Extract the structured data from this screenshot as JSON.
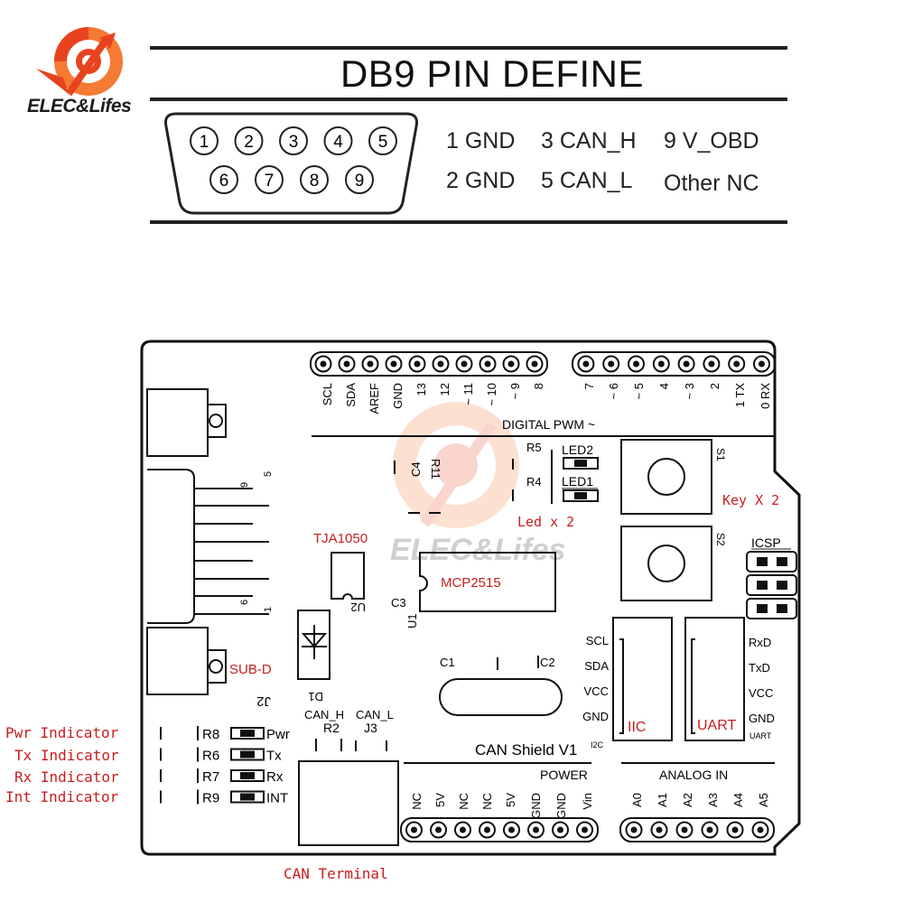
{
  "brand": {
    "logo_text": "ELEC&Lifes",
    "accent": "#e8431f",
    "accent_light": "#f57a32"
  },
  "header": {
    "title": "DB9 PIN DEFINE"
  },
  "db9": {
    "row1_pins": [
      "1",
      "2",
      "3",
      "4",
      "5"
    ],
    "row2_pins": [
      "6",
      "7",
      "8",
      "9"
    ],
    "pin_definitions": [
      "1 GND",
      "3 CAN_H",
      "9 V_OBD",
      "2 GND",
      "5 CAN_L",
      "Other NC"
    ]
  },
  "board": {
    "top_header_labels": [
      "SCL",
      "SDA",
      "AREF",
      "GND",
      "13",
      "12",
      "~ 11",
      "~ 10",
      "~ 9",
      "8",
      "7",
      "~ 6",
      "~ 5",
      "4",
      "~ 3",
      "2",
      "1 TX",
      "0 RX"
    ],
    "digital_label": "DIGITAL PWM ~",
    "silkscreen": {
      "c4": "C4",
      "r11": "R11",
      "r5": "R5",
      "r4": "R4",
      "led2": "LED2",
      "led1": "LED1",
      "s1": "S1",
      "s2": "S2",
      "tja": "TJA1050",
      "u2": "U2",
      "mcp": "MCP2515",
      "c3": "C3",
      "u1": "U1",
      "d1": "D1",
      "c1": "C1",
      "c2": "C2",
      "sub_d": "SUB-D",
      "j2": "J2",
      "watermark": "ELEC&Lifes",
      "key": "Key X 2",
      "led_x2": "Led x 2",
      "icsp": "ICSP",
      "can_h": "CAN_H",
      "can_l": "CAN_L",
      "r2": "R2",
      "j3": "J3",
      "shield": "CAN Shield V1",
      "i2c_small": "I2C",
      "uart_small": "UART",
      "iic": "IIC",
      "uart": "UART",
      "power": "POWER",
      "analog": "ANALOG IN",
      "pin9": "9",
      "pin5": "5",
      "pin6": "6",
      "pin1": "1"
    },
    "iic_pins": [
      "SCL",
      "SDA",
      "VCC",
      "GND"
    ],
    "uart_pins": [
      "RxD",
      "TxD",
      "VCC",
      "GND"
    ],
    "power_labels": [
      "NC",
      "5V",
      "NC",
      "NC",
      "5V",
      "GND",
      "GND",
      "Vin"
    ],
    "analog_labels": [
      "A0",
      "A1",
      "A2",
      "A3",
      "A4",
      "A5"
    ],
    "indicator_resistors": [
      {
        "ref": "R8",
        "label": "Pwr"
      },
      {
        "ref": "R6",
        "label": "Tx"
      },
      {
        "ref": "R7",
        "label": "Rx"
      },
      {
        "ref": "R9",
        "label": "INT"
      }
    ]
  },
  "annotations": {
    "indicators": [
      "Pwr Indicator",
      "Tx Indicator",
      "Rx Indicator",
      "Int Indicator"
    ],
    "can_terminal": "CAN Terminal"
  }
}
